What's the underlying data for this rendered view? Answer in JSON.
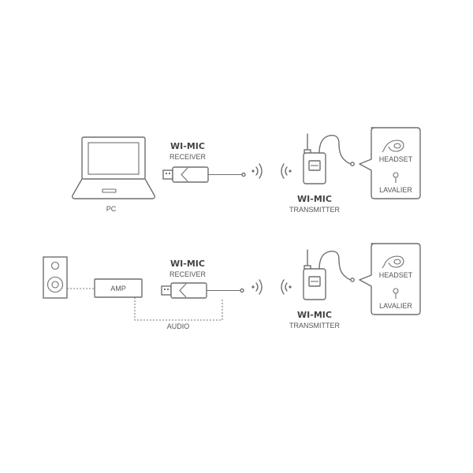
{
  "colors": {
    "stroke": "#6f6f6f",
    "text": "#555555",
    "background": "#ffffff"
  },
  "row1": {
    "pc_label": "PC",
    "receiver_title": "WI-MIC",
    "receiver_sub": "RECEIVER",
    "transmitter_title": "WI-MIC",
    "transmitter_sub": "TRANSMITTER",
    "mic_options": [
      "HEADSET",
      "LAVALIER"
    ]
  },
  "row2": {
    "amp_label": "AMP",
    "audio_label": "AUDIO",
    "receiver_title": "WI-MIC",
    "receiver_sub": "RECEIVER",
    "transmitter_title": "WI-MIC",
    "transmitter_sub": "TRANSMITTER",
    "mic_options": [
      "HEADSET",
      "LAVALIER"
    ]
  },
  "icons": [
    "laptop-icon",
    "speaker-icon",
    "usb-receiver-icon",
    "wireless-signal-icon",
    "bodypack-transmitter-icon",
    "headset-icon",
    "lavalier-icon"
  ]
}
